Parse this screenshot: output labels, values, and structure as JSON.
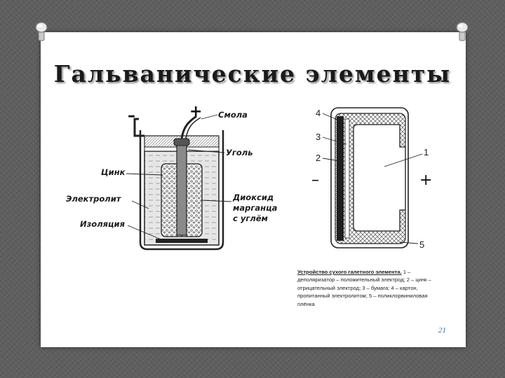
{
  "slide": {
    "title": "Гальванические элементы",
    "page_number": "21"
  },
  "left_diagram": {
    "minus_sign": "–",
    "plus_sign": "+",
    "labels": {
      "resin": "Смола",
      "carbon": "Уголь",
      "zinc": "Цинк",
      "electrolyte": "Электролит",
      "manganese_line1": "Диоксид",
      "manganese_line2": "марганца",
      "manganese_line3": "с углём",
      "insulation": "Изоляция"
    }
  },
  "right_diagram": {
    "numbers": {
      "n4": "4",
      "n3": "3",
      "n2": "2",
      "n1": "1",
      "n5": "5"
    },
    "minus_sign": "–",
    "plus_sign": "+"
  },
  "caption": {
    "bold": "Устройство сухого галетного элемента.",
    "text": " 1 – деполяризатор – положительный электрод; 2 – цинк – отрицательный электрод; 3 – бумага; 4 – картон, пропитанный электролитом; 5 – поликлорвиниловая плёнка"
  },
  "colors": {
    "background": "#5e5e5e",
    "paper": "#ffffff",
    "title_text": "#1a1a1a",
    "page_number": "#3b6ea6"
  }
}
